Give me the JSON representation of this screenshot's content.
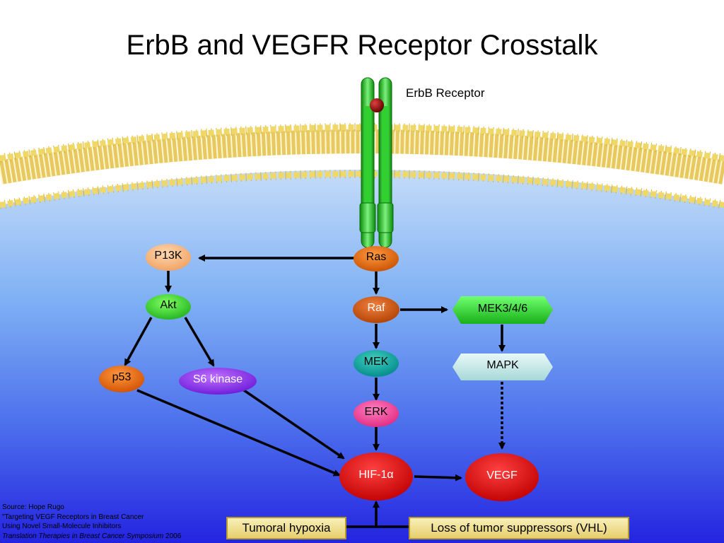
{
  "title": "ErbB and VEGFR Receptor Crosstalk",
  "receptor": {
    "label": "ErbB Receptor"
  },
  "nodes": {
    "ras": "Ras",
    "p13k": "P13K",
    "akt": "Akt",
    "p53": "p53",
    "s6": "S6 kinase",
    "raf": "Raf",
    "mek": "MEK",
    "erk": "ERK",
    "mek346": "MEK3/4/6",
    "mapk": "MAPK",
    "hif": "HIF-1α",
    "vegf": "VEGF"
  },
  "boxes": {
    "hypoxia": "Tumoral hypoxia",
    "vhl": "Loss of tumor suppressors (VHL)"
  },
  "source": {
    "line1": "Source: Hope Rugo",
    "line2": "\"Targeting VEGF Receptors in Breast Cancer",
    "line3": "Using Novel Small-Molecule Inhibitors",
    "line4_italic": "Translation Therapies in Breast Cancer Symposium",
    "line4_year": " 2006"
  },
  "colors": {
    "background_top": "#bcd8f8",
    "background_bottom": "#2a2ae0",
    "membrane": "#d8b030",
    "receptor": "#22c022"
  }
}
